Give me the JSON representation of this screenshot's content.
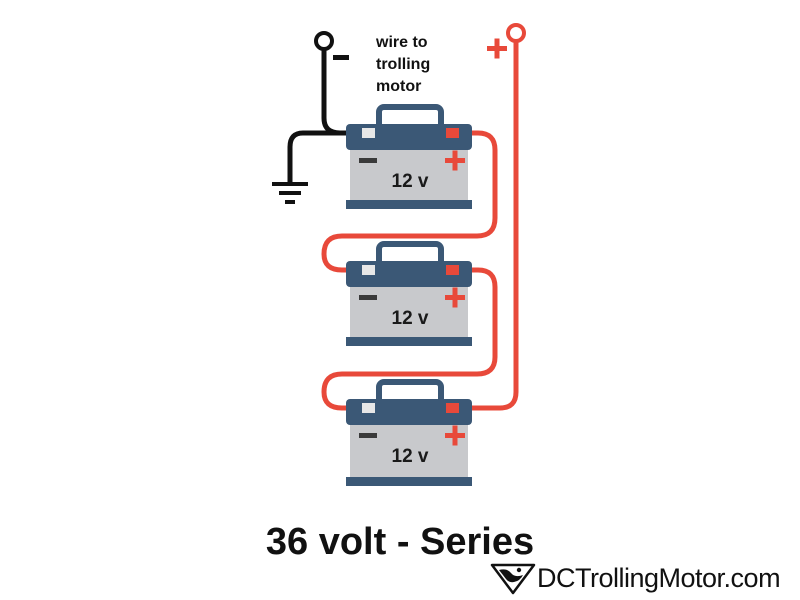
{
  "diagram": {
    "wire_label": [
      "wire to",
      "trolling",
      "motor"
    ],
    "batteries": [
      {
        "voltage": "12 v"
      },
      {
        "voltage": "12 v"
      },
      {
        "voltage": "12 v"
      }
    ],
    "title": "36 volt - Series",
    "brand": "DCTrollingMotor.com",
    "colors": {
      "negative_wire": "#111111",
      "positive_wire": "#e8493a",
      "battery_case": "#c8c9cc",
      "battery_top": "#3b5876",
      "terminal_red": "#e8493a",
      "terminal_white": "#e7e7e7"
    },
    "icons": [
      "negative-terminal-icon",
      "positive-terminal-icon",
      "ground-icon",
      "brand-logo-icon"
    ]
  }
}
